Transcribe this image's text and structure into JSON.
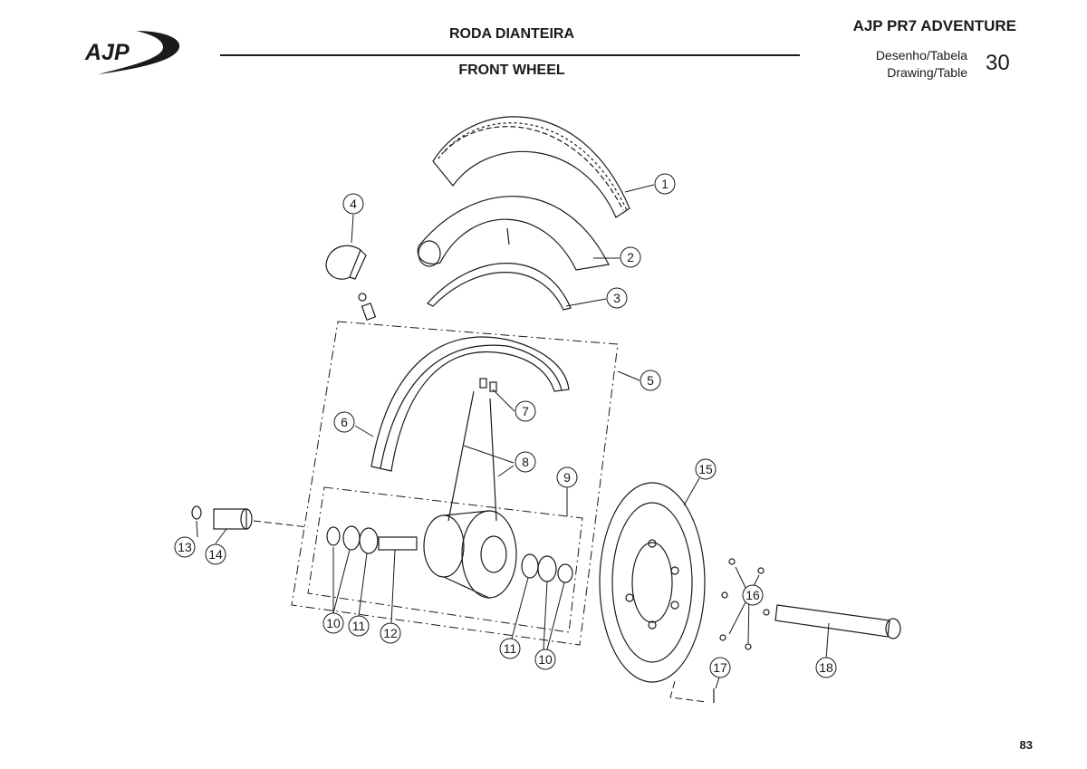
{
  "header": {
    "title_pt": "RODA DIANTEIRA",
    "title_en": "FRONT WHEEL",
    "model": "AJP PR7 ADVENTURE",
    "drawing_label_pt": "Desenho/Tabela",
    "drawing_label_en": "Drawing/Table",
    "drawing_number": "30"
  },
  "logo": {
    "text": "AJP"
  },
  "callouts": [
    "1",
    "2",
    "3",
    "4",
    "5",
    "6",
    "7",
    "8",
    "9",
    "10",
    "11",
    "12",
    "13",
    "14",
    "15",
    "16",
    "17",
    "18",
    "10",
    "11"
  ],
  "page_number": "83"
}
